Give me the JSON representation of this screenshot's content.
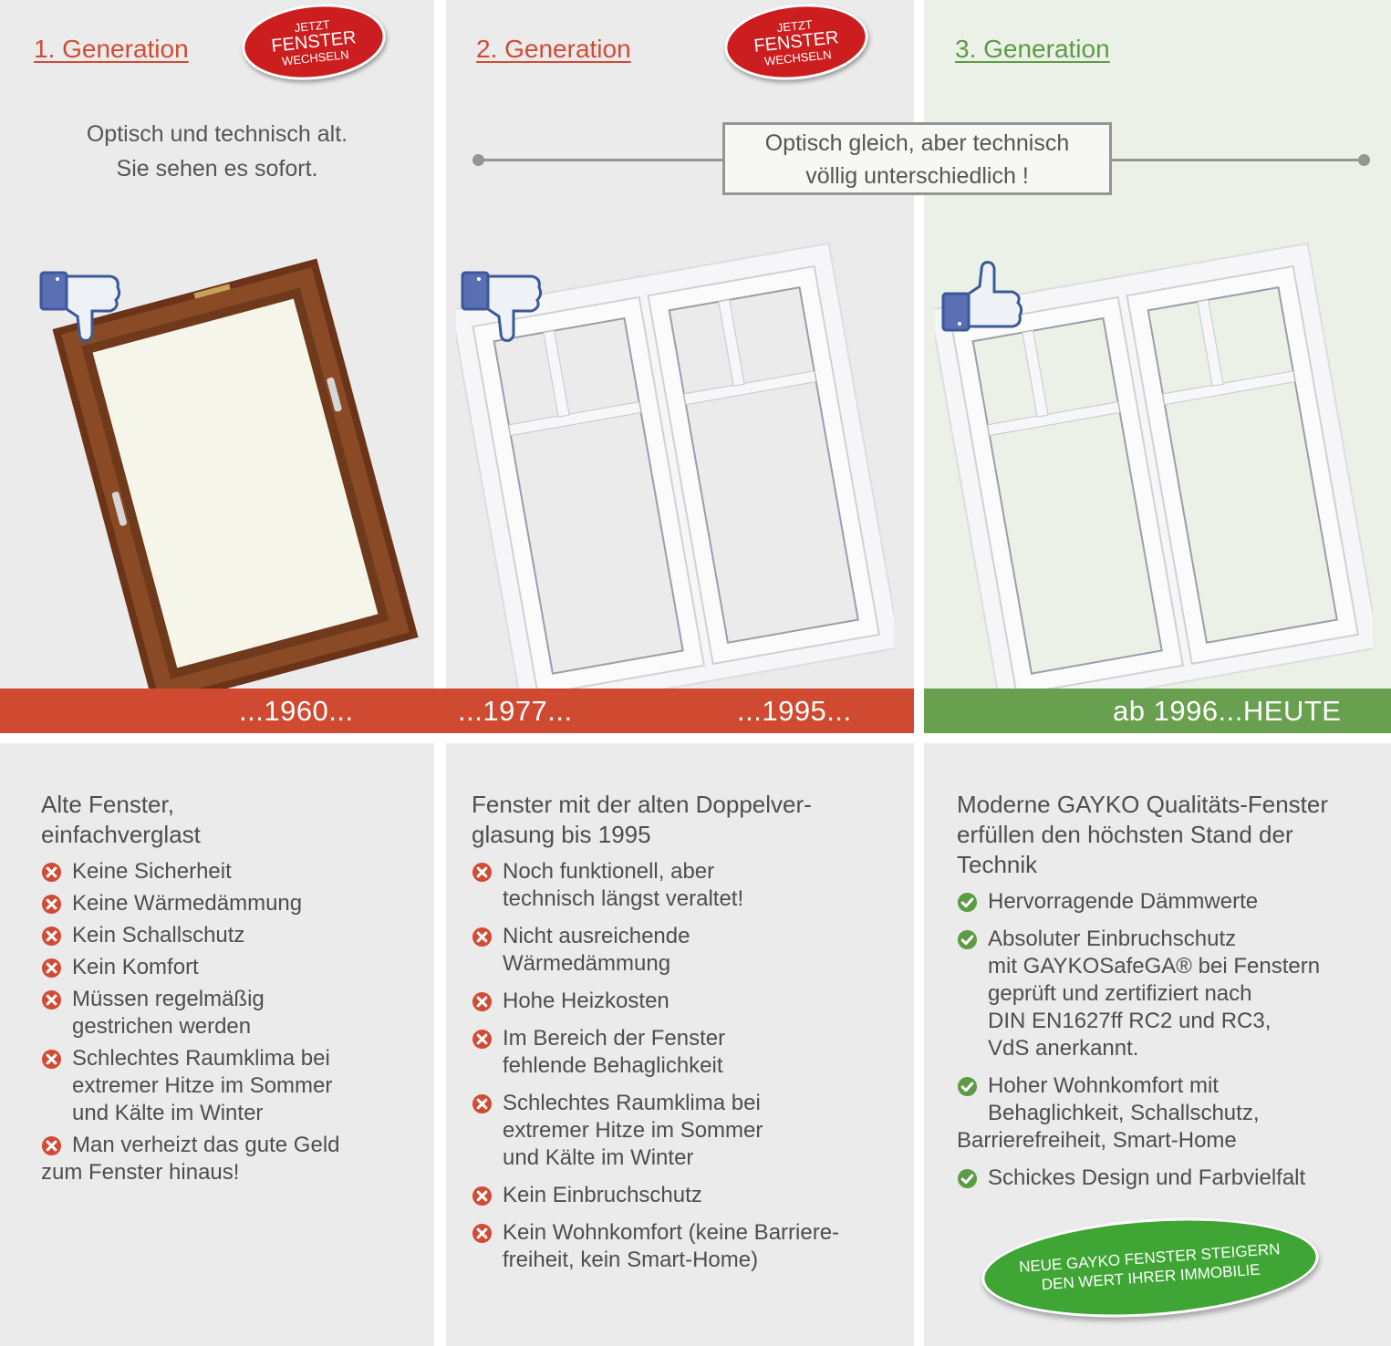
{
  "columns": [
    {
      "title": "1. Generation",
      "badge": {
        "line1": "JETZT",
        "line2": "FENSTER",
        "line3": "WECHSELN"
      },
      "subtitle": [
        "Optisch und technisch alt.",
        "Sie sehen es sofort."
      ],
      "rating_icon": "thumbs-down-icon",
      "window_type": "wood-single-casement",
      "heading": [
        "Alte Fenster,",
        "einfachverglast"
      ],
      "items": [
        {
          "icon": "x-circle-icon",
          "lines": [
            "Keine Sicherheit"
          ]
        },
        {
          "icon": "x-circle-icon",
          "lines": [
            "Keine Wärmedämmung"
          ]
        },
        {
          "icon": "x-circle-icon",
          "lines": [
            "Kein Schallschutz"
          ]
        },
        {
          "icon": "x-circle-icon",
          "lines": [
            "Kein Komfort"
          ]
        },
        {
          "icon": "x-circle-icon",
          "lines": [
            "Müssen regelmäßig",
            "gestrichen werden"
          ]
        },
        {
          "icon": "x-circle-icon",
          "lines": [
            "Schlechtes Raumklima bei",
            "extremer Hitze im Sommer",
            "und Kälte im Winter"
          ]
        },
        {
          "icon": "x-circle-icon",
          "lines": [
            "Man verheizt das gute Geld"
          ],
          "hanging": "zum Fenster hinaus!"
        }
      ]
    },
    {
      "title": "2. Generation",
      "badge": {
        "line1": "JETZT",
        "line2": "FENSTER",
        "line3": "WECHSELN"
      },
      "rating_icon": "thumbs-down-icon",
      "window_type": "white-double-casement",
      "heading": [
        "Fenster mit der alten Doppelver-",
        "glasung bis 1995"
      ],
      "items": [
        {
          "icon": "x-circle-icon",
          "lines": [
            "Noch funktionell, aber",
            "technisch längst veraltet!"
          ]
        },
        {
          "icon": "x-circle-icon",
          "lines": [
            "Nicht ausreichende",
            "Wärmedämmung"
          ]
        },
        {
          "icon": "x-circle-icon",
          "lines": [
            "Hohe Heizkosten"
          ]
        },
        {
          "icon": "x-circle-icon",
          "lines": [
            "Im Bereich der Fenster",
            "fehlende Behaglichkeit"
          ]
        },
        {
          "icon": "x-circle-icon",
          "lines": [
            "Schlechtes Raumklima bei",
            "extremer Hitze im Sommer",
            "und Kälte im Winter"
          ]
        },
        {
          "icon": "x-circle-icon",
          "lines": [
            "Kein Einbruchschutz"
          ]
        },
        {
          "icon": "x-circle-icon",
          "lines": [
            "Kein Wohnkomfort (keine Barriere-",
            "freiheit, kein Smart-Home)"
          ]
        }
      ]
    },
    {
      "title": "3. Generation",
      "rating_icon": "thumbs-up-icon",
      "window_type": "white-double-casement",
      "heading": [
        "Moderne GAYKO Qualitäts-Fenster",
        "erfüllen den höchsten Stand der",
        "Technik"
      ],
      "items": [
        {
          "icon": "check-circle-icon",
          "lines": [
            "Hervorragende Dämmwerte"
          ]
        },
        {
          "icon": "check-circle-icon",
          "lines": [
            "Absoluter Einbruchschutz",
            "mit GAYKOSafeGA® bei Fenstern",
            "geprüft und zertifiziert nach",
            "DIN EN1627ff RC2 und RC3,",
            "VdS anerkannt."
          ]
        },
        {
          "icon": "check-circle-icon",
          "lines": [
            "Hoher Wohnkomfort mit",
            "Behaglichkeit, Schallschutz,"
          ],
          "hanging": "Barrierefreiheit, Smart-Home"
        },
        {
          "icon": "check-circle-icon",
          "lines": [
            "Schickes Design und Farbvielfalt"
          ]
        }
      ],
      "cta": {
        "line1": "NEUE GAYKO FENSTER STEIGERN",
        "line2": "DEN WERT IHRER IMMOBILIE"
      }
    }
  ],
  "comparison": {
    "line1": "Optisch gleich, aber technisch",
    "line2": "völlig unterschiedlich !"
  },
  "timeline": {
    "labels": [
      "...1960...",
      "...1977...",
      "...1995...",
      "ab 1996...HEUTE"
    ]
  },
  "colors": {
    "red_accent": "#d14b35",
    "red_bar": "#cf4a30",
    "green_accent": "#5c9c46",
    "green_bar": "#68a04f",
    "badge_red": "#cc1d1f",
    "cta_green": "#3fa535",
    "panel_gray": "#ebebeb",
    "panel_green_tint": "#ecf1e8"
  }
}
